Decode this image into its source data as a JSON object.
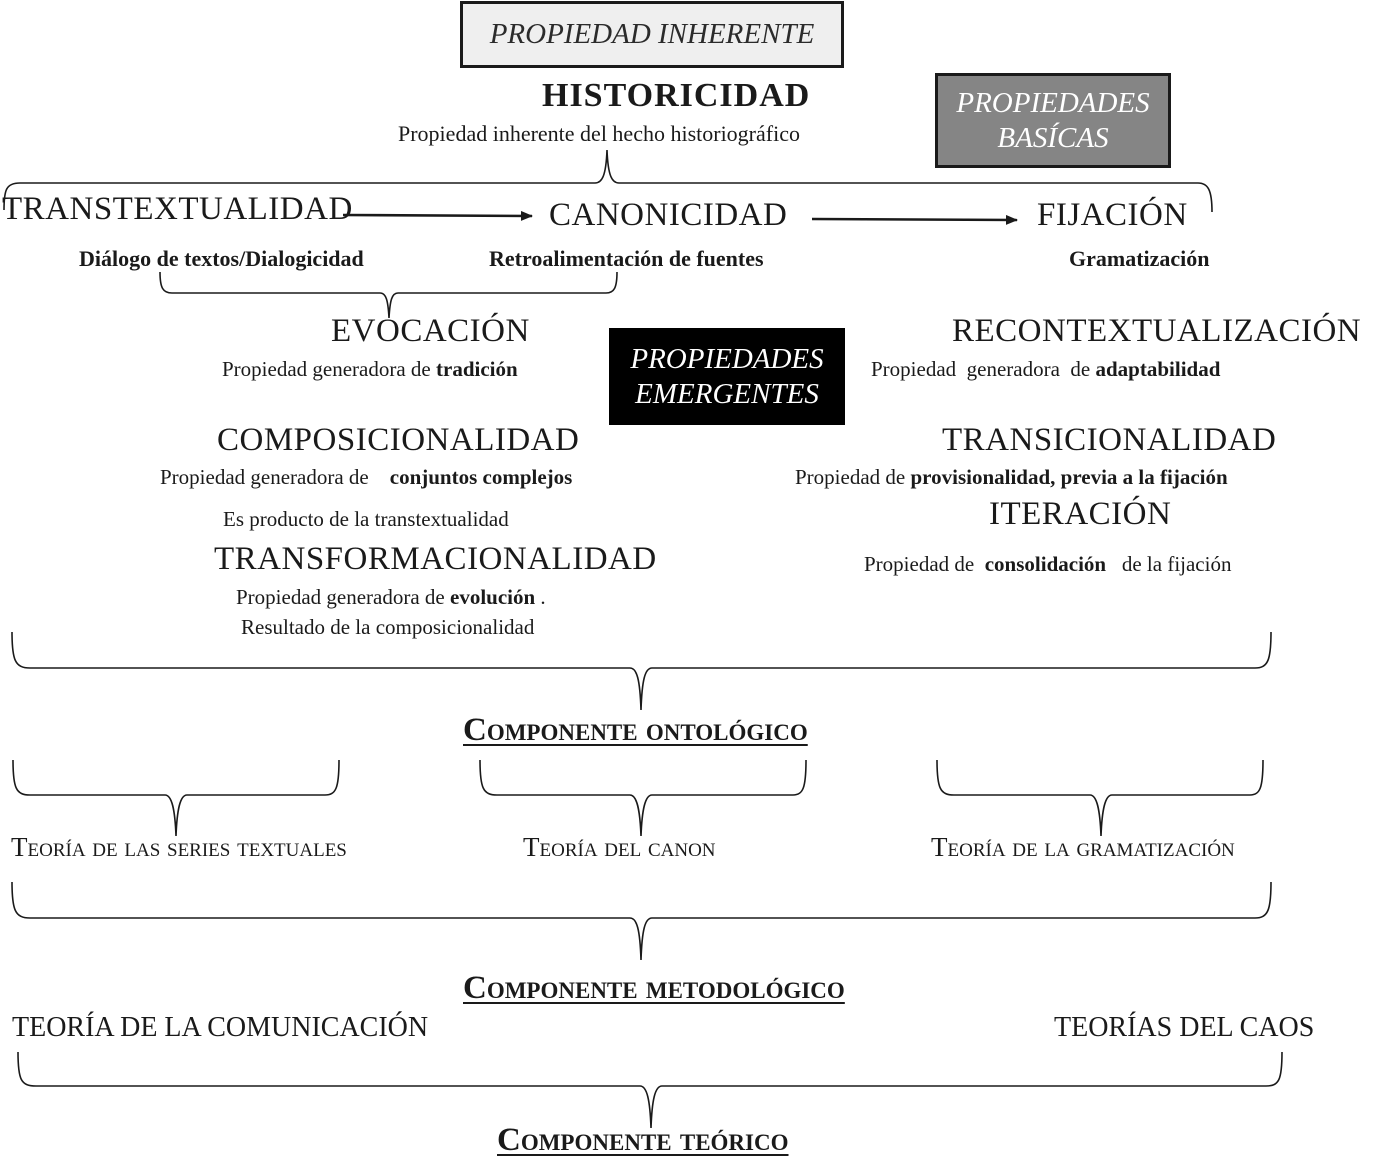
{
  "boxes": {
    "inherente": [
      "PROPIEDAD INHERENTE"
    ],
    "basicas": [
      "PROPIEDADES",
      "BASÍCAS"
    ],
    "emergentes": [
      "PROPIEDADES",
      "EMERGENTES"
    ]
  },
  "historicidad": {
    "title": "HISTORICIDAD",
    "desc": "Propiedad inherente del hecho historiográfico"
  },
  "basic_properties": {
    "transtextualidad": {
      "title": "TRANSTEXTUALIDAD",
      "sub": "Diálogo de textos/Dialogicidad"
    },
    "canonicidad": {
      "title": "CANONICIDAD",
      "sub": "Retroalimentación de fuentes"
    },
    "fijacion": {
      "title": "FIJACIÓN",
      "sub": "Gramatización"
    }
  },
  "emergent_properties": {
    "evocacion": {
      "title": "EVOCACIÓN",
      "desc_prefix": "Propiedad generadora de ",
      "desc_bold": "tradición"
    },
    "recontextualizacion": {
      "title": "RECONTEXTUALIZACIÓN",
      "desc_prefix": "Propiedad  generadora  de ",
      "desc_bold": "adaptabilidad"
    },
    "composicionalidad": {
      "title": "COMPOSICIONALIDAD",
      "desc_prefix": "Propiedad generadora de ",
      "desc_bold": "conjuntos complejos",
      "note": "Es producto de la transtextualidad"
    },
    "transicionalidad": {
      "title": "TRANSICIONALIDAD",
      "desc_prefix": "Propiedad de ",
      "desc_bold": "provisionalidad, previa a la fijación"
    },
    "iteracion": {
      "title": "ITERACIÓN",
      "desc_prefix": "Propiedad de ",
      "desc_bold": "consolidación",
      "desc_suffix": " de la fijación"
    },
    "transformacionalidad": {
      "title": "TRANSFORMACIONALIDAD",
      "desc_prefix": "Propiedad generadora de ",
      "desc_bold": "evolución",
      "desc_suffix": " .",
      "note": "Resultado de la composicionalidad"
    }
  },
  "components": {
    "ontologico": "Componente ontológico",
    "metodologico": "Componente metodológico",
    "teorico": "Componente teórico"
  },
  "theories": {
    "series": "Teoría de las series textuales",
    "canon": "Teoría del canon",
    "gramatizacion": "Teoría de la gramatización",
    "comunicacion": "TEORÍA DE LA COMUNICACIÓN",
    "caos": "TEORÍAS DEL CAOS"
  }
}
